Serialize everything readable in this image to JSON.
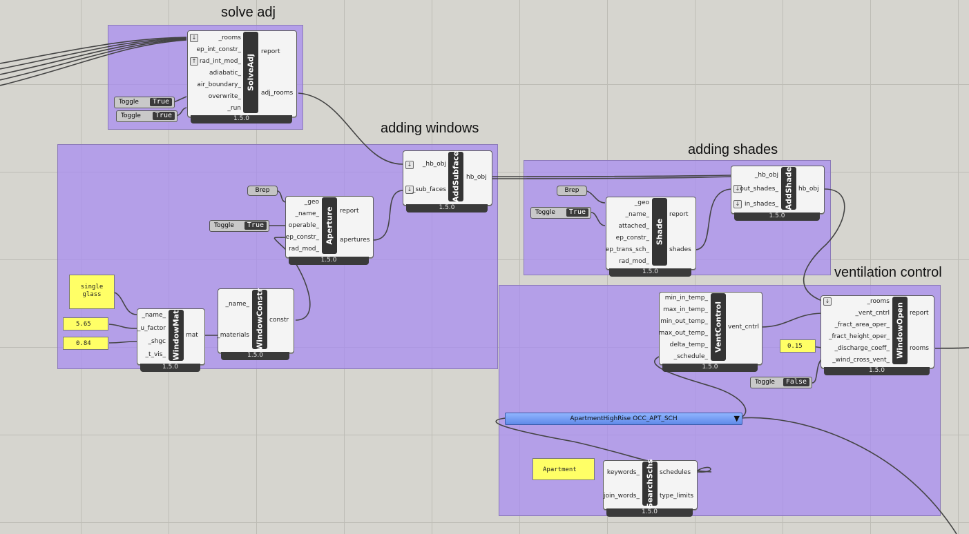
{
  "groups": {
    "solve_adj": "solve adj",
    "adding_windows": "adding windows",
    "adding_shades": "adding shades",
    "ventilation_control": "ventilation control"
  },
  "components": {
    "solveadj": {
      "name": "SolveAdj",
      "inputs": [
        "_rooms",
        "ep_int_constr_",
        "rad_int_mod_",
        "adiabatic_",
        "air_boundary_",
        "overwrite_",
        "_run"
      ],
      "outputs": [
        "report",
        "adj_rooms"
      ],
      "version": "1.5.0"
    },
    "addsubface": {
      "name": "AddSubface",
      "inputs": [
        "_hb_obj",
        "_sub_faces"
      ],
      "outputs": [
        "hb_obj"
      ],
      "version": "1.5.0"
    },
    "aperture": {
      "name": "Aperture",
      "inputs": [
        "_geo",
        "_name_",
        "operable_",
        "ep_constr_",
        "rad_mod_"
      ],
      "outputs": [
        "report",
        "apertures"
      ],
      "version": "1.5.0"
    },
    "windowmat": {
      "name": "WindowMat",
      "inputs": [
        "_name_",
        "_u_factor",
        "_shgc",
        "_t_vis_"
      ],
      "outputs": [
        "mat"
      ],
      "version": "1.5.0"
    },
    "windowconstr": {
      "name": "WindowConstr",
      "inputs": [
        "_name_",
        "_materials"
      ],
      "outputs": [
        "constr"
      ],
      "version": "1.5.0"
    },
    "shade": {
      "name": "Shade",
      "inputs": [
        "_geo",
        "_name_",
        "attached_",
        "ep_constr_",
        "ep_trans_sch_",
        "rad_mod_"
      ],
      "outputs": [
        "report",
        "shades"
      ],
      "version": "1.5.0"
    },
    "addshade": {
      "name": "AddShade",
      "inputs": [
        "_hb_obj",
        "out_shades_",
        "in_shades_"
      ],
      "outputs": [
        "hb_obj"
      ],
      "version": "1.5.0"
    },
    "ventcontrol": {
      "name": "VentControl",
      "inputs": [
        "min_in_temp_",
        "max_in_temp_",
        "min_out_temp_",
        "max_out_temp_",
        "delta_temp_",
        "_schedule_"
      ],
      "outputs": [
        "vent_cntrl"
      ],
      "version": "1.5.0"
    },
    "windowopen": {
      "name": "WindowOpen",
      "inputs": [
        "_rooms",
        "_vent_cntrl",
        "_fract_area_oper_",
        "_fract_height_oper_",
        "_discharge_coeff_",
        "_wind_cross_vent_"
      ],
      "outputs": [
        "report",
        "rooms"
      ],
      "version": "1.5.0"
    },
    "searchschs": {
      "name": "SearchSchs",
      "inputs": [
        "keywords_",
        "join_words_"
      ],
      "outputs": [
        "schedules",
        "type_limits"
      ],
      "version": "1.5.0"
    }
  },
  "toggles": {
    "run_toggle_1": {
      "label": "Toggle",
      "value": "True"
    },
    "run_toggle_2": {
      "label": "Toggle",
      "value": "True"
    },
    "operable_toggle": {
      "label": "Toggle",
      "value": "True"
    },
    "attached_toggle": {
      "label": "Toggle",
      "value": "True"
    },
    "wind_cross_toggle": {
      "label": "Toggle",
      "value": "False"
    }
  },
  "panels": {
    "single_glass": "single\nglass",
    "u_factor": "5.65",
    "shgc": "0.84",
    "discharge": "0.15",
    "apartment": "Apartment"
  },
  "breps": {
    "brep_aperture": "Brep",
    "brep_shade": "Brep"
  },
  "dropdown": {
    "schedule": "ApartmentHighRise OCC_APT_SCH"
  },
  "icons": {
    "flatten": "down-arrow-icon",
    "graft": "up-arrow-icon",
    "dropdown": "triangle-down-icon"
  }
}
